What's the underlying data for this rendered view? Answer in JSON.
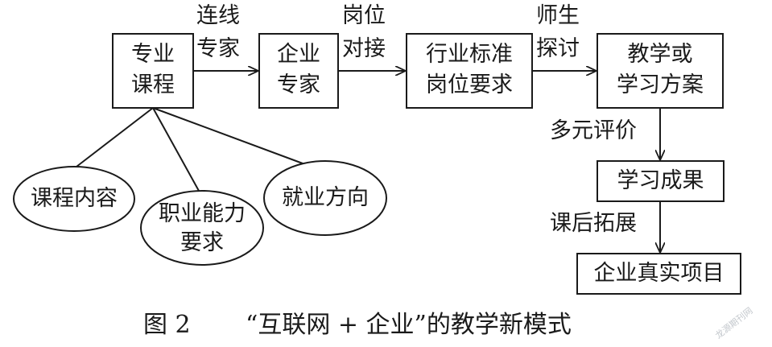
{
  "nodes": {
    "major_course": [
      "专业",
      "课程"
    ],
    "enterprise_expert": [
      "企业",
      "专家"
    ],
    "industry_standard": [
      "行业标准",
      "岗位要求"
    ],
    "teaching_plan": [
      "教学或",
      "学习方案"
    ],
    "learning_outcome": "学习成果",
    "enterprise_project": "企业真实项目",
    "course_content": "课程内容",
    "vocational_ability": [
      "职业能力",
      "要求"
    ],
    "employment_direction": "就业方向"
  },
  "edges": {
    "connect_experts": [
      "连线",
      "专家"
    ],
    "post_docking": [
      "岗位",
      "对接"
    ],
    "teacher_student": [
      "师生",
      "探讨"
    ],
    "multi_evaluation": "多元评价",
    "after_class": "课后拓展"
  },
  "caption": {
    "figure_no": "图 2",
    "title": "“互联网 + 企业”的教学新模式"
  },
  "watermark": "龙源期刊网"
}
